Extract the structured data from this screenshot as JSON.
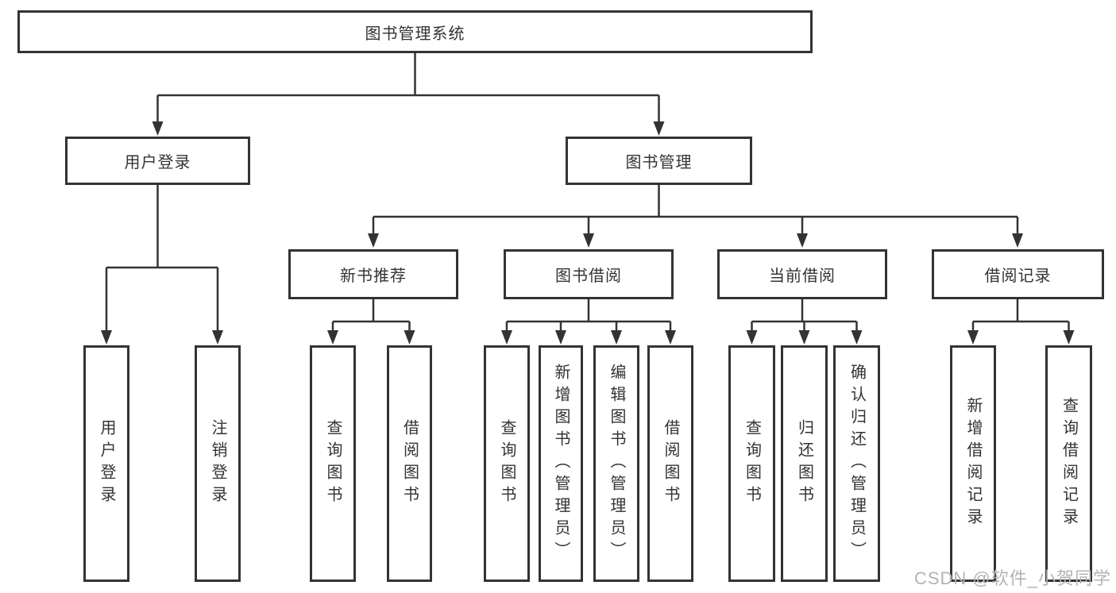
{
  "tree": {
    "root": {
      "label": "图书管理系统",
      "children": [
        {
          "label": "用户登录",
          "children": [
            {
              "label": "用户登录"
            },
            {
              "label": "注销登录"
            }
          ]
        },
        {
          "label": "图书管理",
          "children": [
            {
              "label": "新书推荐",
              "children": [
                {
                  "label": "查询图书"
                },
                {
                  "label": "借阅图书"
                }
              ]
            },
            {
              "label": "图书借阅",
              "children": [
                {
                  "label": "查询图书"
                },
                {
                  "label": "新增图书（管理员）"
                },
                {
                  "label": "编辑图书（管理员）"
                },
                {
                  "label": "借阅图书"
                }
              ]
            },
            {
              "label": "当前借阅",
              "children": [
                {
                  "label": "查询图书"
                },
                {
                  "label": "归还图书"
                },
                {
                  "label": "确认归还（管理员）"
                }
              ]
            },
            {
              "label": "借阅记录",
              "children": [
                {
                  "label": "新增借阅记录"
                },
                {
                  "label": "查询借阅记录"
                }
              ]
            }
          ]
        }
      ]
    }
  },
  "watermark": {
    "text": "CSDN @软件_小贺同学"
  },
  "colors": {
    "line": "#333333",
    "text": "#333333",
    "box_background": "#ffffff",
    "watermark_text": "#b3b3b3"
  }
}
